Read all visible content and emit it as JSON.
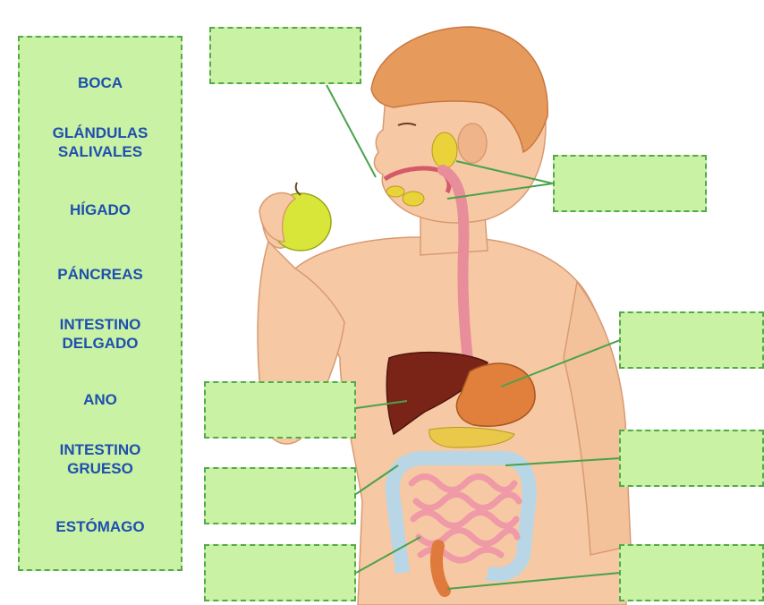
{
  "word_bank": {
    "items": [
      {
        "label": "BOCA"
      },
      {
        "label": "GLÁNDULAS\nSALIVALES"
      },
      {
        "label": "HÍGADO"
      },
      {
        "label": "PÁNCREAS"
      },
      {
        "label": "INTESTINO\nDELGADO"
      },
      {
        "label": "ANO"
      },
      {
        "label": "INTESTINO\nGRUESO"
      },
      {
        "label": "ESTÓMAGO"
      }
    ]
  },
  "answer_boxes": [
    {
      "text": ""
    },
    {
      "text": ""
    },
    {
      "text": ""
    },
    {
      "text": ""
    },
    {
      "text": ""
    },
    {
      "text": ""
    },
    {
      "text": ""
    },
    {
      "text": ""
    }
  ],
  "colors": {
    "box_fill": "#c9f2a4",
    "box_border": "#55a94a",
    "label_text": "#1f4fb0",
    "leader_line": "#4aa24a",
    "skin": "#f6c9a4",
    "hair": "#e69a5c",
    "liver": "#7a2418",
    "stomach": "#e0803c",
    "intestine": "#ef9aa6",
    "apple": "#d8e63a"
  }
}
